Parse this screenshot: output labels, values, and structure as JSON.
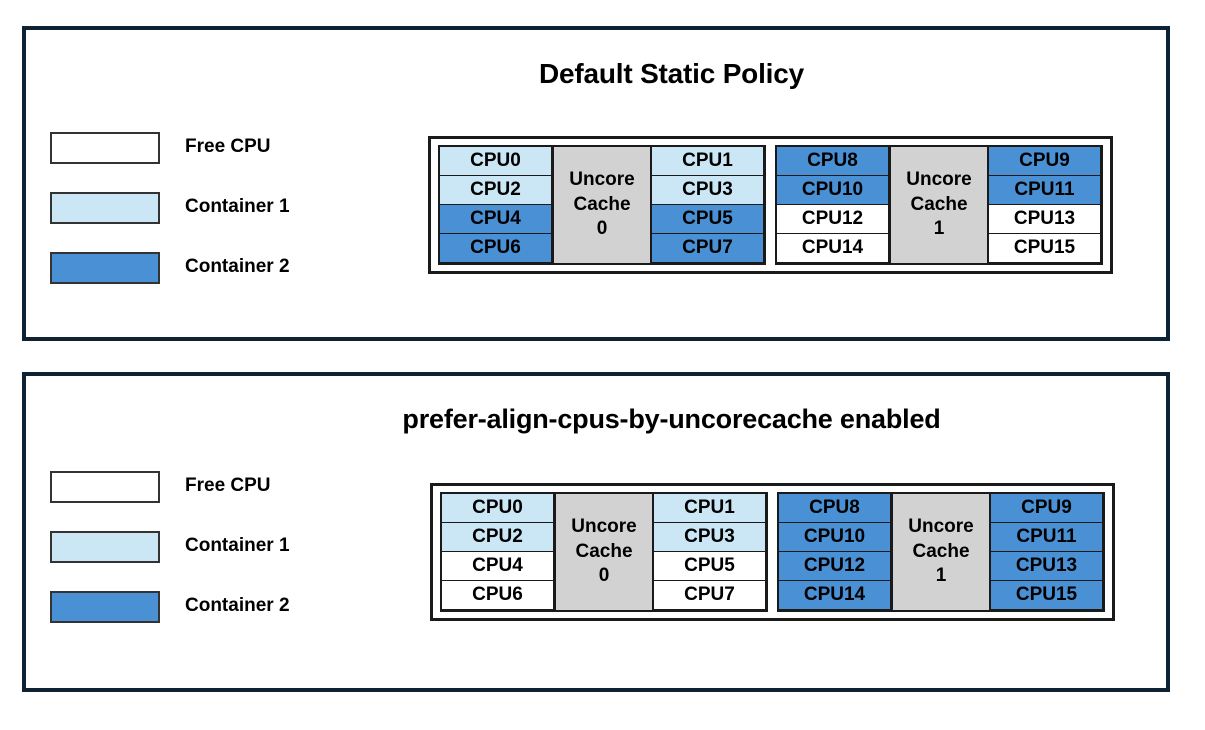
{
  "colors": {
    "panel_border": "#0d2233",
    "free_cpu": "#ffffff",
    "container1": "#cbe7f5",
    "container2": "#4a90d4",
    "uncore_cache": "#d2d2d2",
    "cell_border": "#1a1a1a",
    "text": "#000000"
  },
  "panels": [
    {
      "id": "default-static-policy",
      "title": "Default Static Policy",
      "legend": [
        {
          "label": "Free CPU",
          "swatch": "free"
        },
        {
          "label": "Container 1",
          "swatch": "container1"
        },
        {
          "label": "Container 2",
          "swatch": "container2"
        }
      ],
      "cache_groups": [
        {
          "cache_label_line1": "Uncore",
          "cache_label_line2": "Cache",
          "cache_label_line3": "0",
          "left_column": [
            {
              "label": "CPU0",
              "state": "container1"
            },
            {
              "label": "CPU2",
              "state": "container1"
            },
            {
              "label": "CPU4",
              "state": "container2"
            },
            {
              "label": "CPU6",
              "state": "container2"
            }
          ],
          "right_column": [
            {
              "label": "CPU1",
              "state": "container1"
            },
            {
              "label": "CPU3",
              "state": "container1"
            },
            {
              "label": "CPU5",
              "state": "container2"
            },
            {
              "label": "CPU7",
              "state": "container2"
            }
          ]
        },
        {
          "cache_label_line1": "Uncore",
          "cache_label_line2": "Cache",
          "cache_label_line3": "1",
          "left_column": [
            {
              "label": "CPU8",
              "state": "container2"
            },
            {
              "label": "CPU10",
              "state": "container2"
            },
            {
              "label": "CPU12",
              "state": "free"
            },
            {
              "label": "CPU14",
              "state": "free"
            }
          ],
          "right_column": [
            {
              "label": "CPU9",
              "state": "container2"
            },
            {
              "label": "CPU11",
              "state": "container2"
            },
            {
              "label": "CPU13",
              "state": "free"
            },
            {
              "label": "CPU15",
              "state": "free"
            }
          ]
        }
      ]
    },
    {
      "id": "prefer-align-cpus-by-uncorecache-enabled",
      "title": "prefer-align-cpus-by-uncorecache enabled",
      "legend": [
        {
          "label": "Free CPU",
          "swatch": "free"
        },
        {
          "label": "Container 1",
          "swatch": "container1"
        },
        {
          "label": "Container 2",
          "swatch": "container2"
        }
      ],
      "cache_groups": [
        {
          "cache_label_line1": "Uncore",
          "cache_label_line2": "Cache",
          "cache_label_line3": "0",
          "left_column": [
            {
              "label": "CPU0",
              "state": "container1"
            },
            {
              "label": "CPU2",
              "state": "container1"
            },
            {
              "label": "CPU4",
              "state": "free"
            },
            {
              "label": "CPU6",
              "state": "free"
            }
          ],
          "right_column": [
            {
              "label": "CPU1",
              "state": "container1"
            },
            {
              "label": "CPU3",
              "state": "container1"
            },
            {
              "label": "CPU5",
              "state": "free"
            },
            {
              "label": "CPU7",
              "state": "free"
            }
          ]
        },
        {
          "cache_label_line1": "Uncore",
          "cache_label_line2": "Cache",
          "cache_label_line3": "1",
          "left_column": [
            {
              "label": "CPU8",
              "state": "container2"
            },
            {
              "label": "CPU10",
              "state": "container2"
            },
            {
              "label": "CPU12",
              "state": "container2"
            },
            {
              "label": "CPU14",
              "state": "container2"
            }
          ],
          "right_column": [
            {
              "label": "CPU9",
              "state": "container2"
            },
            {
              "label": "CPU11",
              "state": "container2"
            },
            {
              "label": "CPU13",
              "state": "container2"
            },
            {
              "label": "CPU15",
              "state": "container2"
            }
          ]
        }
      ]
    }
  ]
}
